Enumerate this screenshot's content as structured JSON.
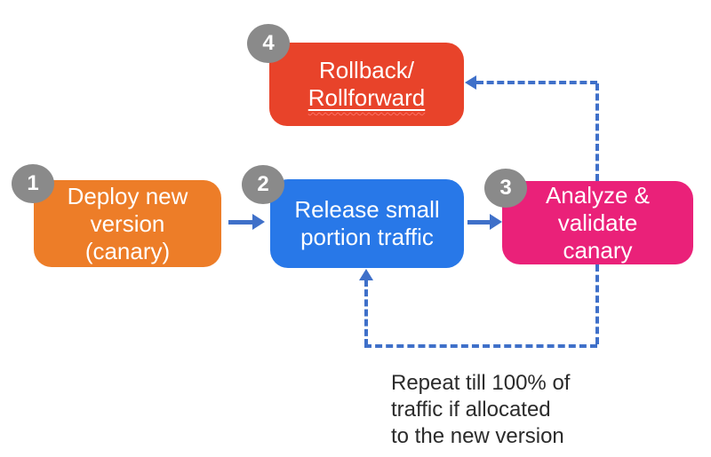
{
  "diagram": {
    "title": "canary-deployment-flow",
    "steps": [
      {
        "number": "1",
        "lines": [
          "Deploy new",
          "version",
          "(canary)"
        ],
        "color": "#ED7D28"
      },
      {
        "number": "2",
        "lines": [
          "Release small",
          "portion traffic"
        ],
        "color": "#2878E8"
      },
      {
        "number": "3",
        "lines": [
          "Analyze &",
          "validate",
          "canary"
        ],
        "color": "#EA2179"
      },
      {
        "number": "4",
        "lines": [
          "Rollback/",
          "Rollforward"
        ],
        "color": "#E8432A"
      }
    ],
    "connectors": {
      "color": "#3F70C9",
      "solid": [
        "step1-to-step2",
        "step2-to-step3"
      ],
      "dashed": [
        "step3-to-step4",
        "step3-loop-to-step2"
      ]
    },
    "badge_color": "#8A8A8A",
    "caption": {
      "color": "#2b2b2b",
      "lines": [
        "Repeat till 100% of",
        "traffic if allocated",
        "to the new version"
      ]
    }
  }
}
